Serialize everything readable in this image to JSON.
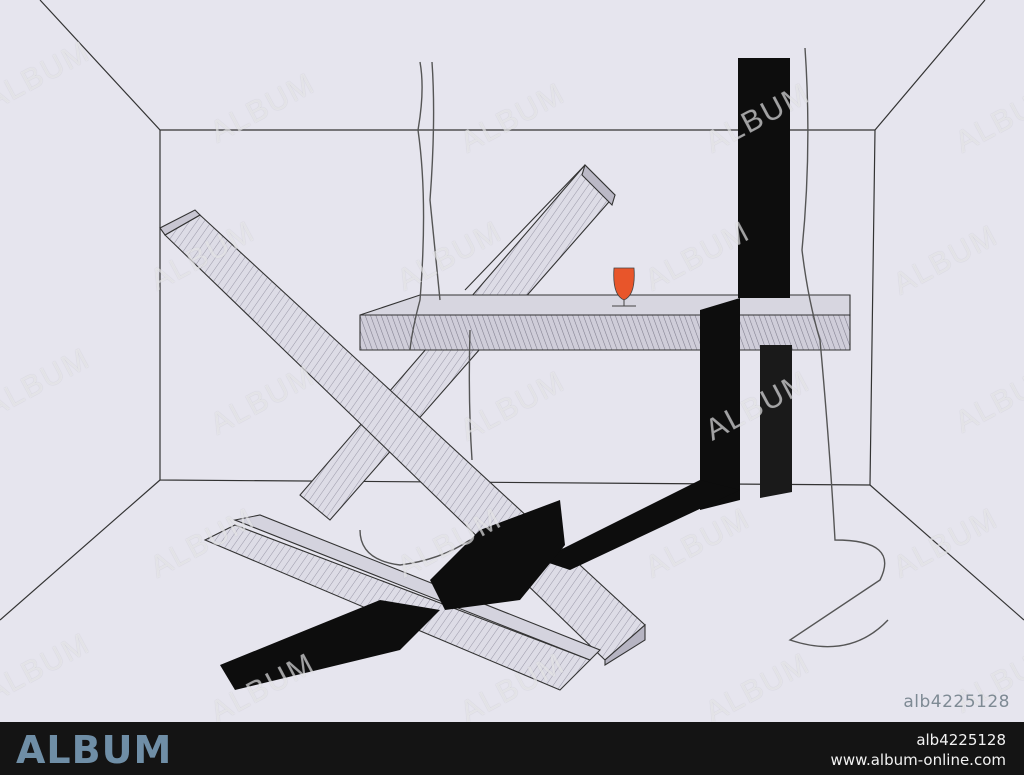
{
  "watermark": {
    "text": "ALBUM"
  },
  "artwork": {
    "image_id": "alb4225128"
  },
  "footer": {
    "logo": "ALBUM",
    "image_id": "alb4225128",
    "url": "www.album-online.com"
  },
  "colors": {
    "paper": "#e6e5ee",
    "ink": "#2a2a2a",
    "black_band": "#0d0d0d",
    "glass_drink": "#e8552a",
    "footer_bg": "#141414",
    "logo": "#6f8ea6"
  }
}
